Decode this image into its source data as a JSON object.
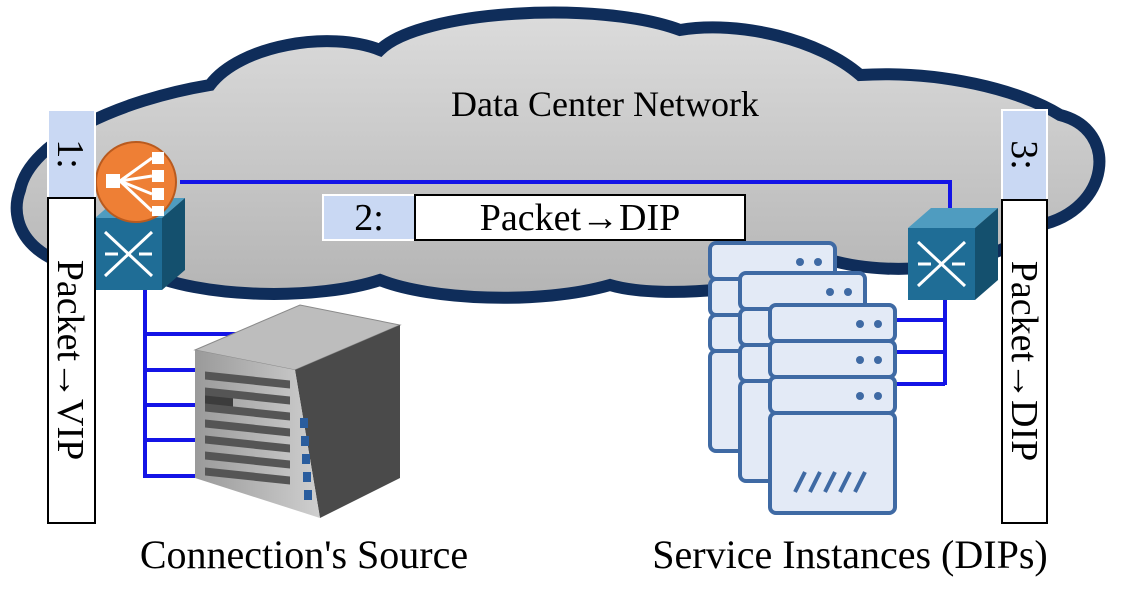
{
  "cloud_label": "Data Center Network",
  "steps": [
    {
      "number": "1:",
      "text": "Packet→VIP"
    },
    {
      "number": "2:",
      "text": "Packet→DIP"
    },
    {
      "number": "3:",
      "text": "Packet→DIP"
    }
  ],
  "captions": {
    "source": "Connection's Source",
    "instances": "Service Instances (DIPs)"
  },
  "colors": {
    "cloud_fill": "#c8c8c8",
    "cloud_border": "#0f2d5a",
    "link": "#1414e6",
    "switch": "#1f6d96",
    "load_balancer": "#ee7f35",
    "server_blue": "#3f6aa4",
    "server_fill": "#e3eaf6",
    "step_number_fill": "#c9d8f3"
  },
  "icons": [
    "load-balancer-icon",
    "switch-icon",
    "rack-server-icon",
    "server-stack-icon"
  ]
}
